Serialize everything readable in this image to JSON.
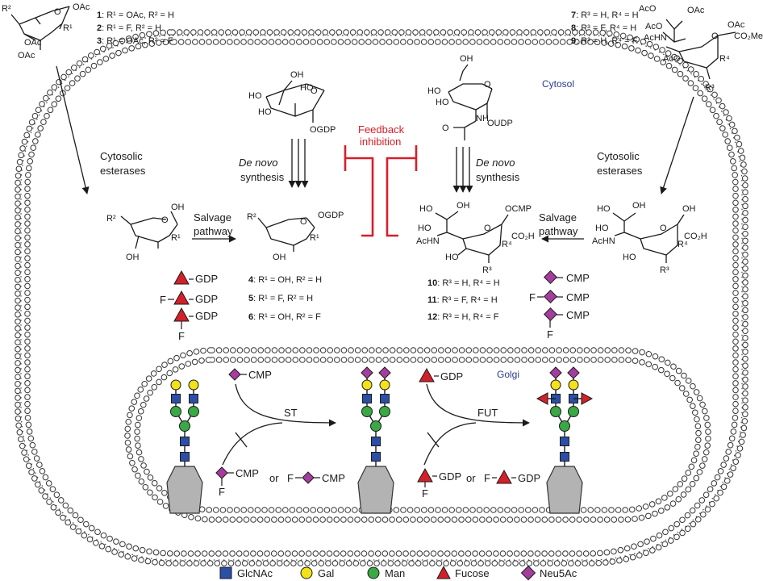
{
  "compartments": {
    "cytosol": "Cytosol",
    "golgi": "Golgi"
  },
  "feedback": {
    "line1": "Feedback",
    "line2": "inhibition"
  },
  "left": {
    "esterases_1": "Cytosolic",
    "esterases_2": "esterases",
    "salvage_1": "Salvage",
    "salvage_2": "pathway",
    "denovo_1": "De novo",
    "denovo_2": "synthesis",
    "gdp_mannose": {
      "oh_top": "OH",
      "ho_left": "HO",
      "ho_mid": "HO",
      "ho_ring": "HO",
      "o_ring": "O",
      "ogdp": "OGDP"
    },
    "start_sugar": {
      "r2": "R²",
      "oac_top": "OAc",
      "r1": "R¹",
      "oac_mid": "OAc",
      "oac_bot": "OAc",
      "o_ring": "O"
    },
    "salvage_sugar": {
      "r2": "R²",
      "oh": "OH",
      "r1": "R¹",
      "oh_bot": "OH",
      "o_ring": "O"
    },
    "product_sugar": {
      "r2": "R²",
      "ogdp": "OGDP",
      "r1": "R¹",
      "oh": "OH",
      "o_ring": "O"
    },
    "compounds_1_3": [
      {
        "num": "1",
        "desc": ": R¹ = OAc, R² = H"
      },
      {
        "num": "2",
        "desc": ": R¹ = F, R² = H"
      },
      {
        "num": "3",
        "desc": ": R¹ = OAc, R² = F"
      }
    ],
    "compounds_4_6": [
      {
        "num": "4",
        "desc": ": R¹ = OH, R² = H"
      },
      {
        "num": "5",
        "desc": ": R¹ = F, R² = H"
      },
      {
        "num": "6",
        "desc": ": R¹ = OH, R² = F"
      }
    ],
    "gdp_icons": [
      {
        "label": "GDP"
      },
      {
        "label": "GDP",
        "f": "F"
      },
      {
        "label": "GDP",
        "f": "F"
      }
    ]
  },
  "right": {
    "esterases_1": "Cytosolic",
    "esterases_2": "esterases",
    "salvage_1": "Salvage",
    "salvage_2": "pathway",
    "denovo_1": "De novo",
    "denovo_2": "synthesis",
    "udp_glcnac": {
      "oh": "OH",
      "ho_left": "HO",
      "ho_mid": "HO",
      "nh": "NH",
      "oudp": "OUDP",
      "o_carbonyl": "O",
      "o_ring": "O"
    },
    "start_sugar": {
      "oac_top": "OAc",
      "aco_1": "AcO",
      "aco_2": "AcO",
      "oac_right": "OAc",
      "acnh": "AcHN",
      "co2me": "CO₂Me",
      "aco_bot": "AcO",
      "r4": "R⁴",
      "r3": "R³",
      "o_ring": "O"
    },
    "cmp_sugar": {
      "ho_top": "HO",
      "oh": "OH",
      "ocmp": "OCMP",
      "ho_left": "HO",
      "co2h": "CO₂H",
      "achn": "AcHN",
      "r4": "R⁴",
      "ho_bot": "HO",
      "r3": "R³",
      "o_ring": "O"
    },
    "salvage_sugar": {
      "ho_top": "HO",
      "oh_top": "OH",
      "oh": "OH",
      "ho_left": "HO",
      "co2h": "CO₂H",
      "achn": "AcHN",
      "r4": "R⁴",
      "ho_bot": "HO",
      "r3": "R³",
      "o_ring": "O"
    },
    "compounds_7_9": [
      {
        "num": "7",
        "desc": ": R³ = H, R⁴ = H"
      },
      {
        "num": "8",
        "desc": ": R³ = F, R⁴ = H"
      },
      {
        "num": "9",
        "desc": ": R³ = H, R⁴ = F"
      }
    ],
    "compounds_10_12": [
      {
        "num": "10",
        "desc": ": R³ = H, R⁴ = H"
      },
      {
        "num": "11",
        "desc": ": R³ = F, R⁴ = H"
      },
      {
        "num": "12",
        "desc": ": R³ = H, R⁴ = F"
      }
    ],
    "cmp_icons": [
      {
        "label": "CMP"
      },
      {
        "label": "CMP",
        "f": "F"
      },
      {
        "label": "CMP",
        "f": "F"
      }
    ]
  },
  "golgi_reactions": {
    "st": "ST",
    "fut": "FUT",
    "donor_cmp": "CMP",
    "donor_gdp": "GDP",
    "inhibitor_cmp": "CMP",
    "or_1": "or",
    "inhibitor_cmp_2": "CMP",
    "f": "F",
    "inhibitor_gdp": "GDP",
    "or_2": "or",
    "inhibitor_gdp_2": "GDP"
  },
  "legend": [
    {
      "name": "GlcNAc",
      "shape": "square",
      "color": "#2b4ea6"
    },
    {
      "name": "Gal",
      "shape": "circle",
      "color": "#f2e21b"
    },
    {
      "name": "Man",
      "shape": "circle",
      "color": "#3aa845"
    },
    {
      "name": "Fucose",
      "shape": "triangle",
      "color": "#d4202a"
    },
    {
      "name": "Neu5Ac",
      "shape": "diamond",
      "color": "#a53d9e"
    }
  ],
  "colors": {
    "feedback": "#d4202a",
    "compartment_label": "#2b3a8f",
    "membrane": "#444444",
    "protein": "#b3b3b3"
  }
}
